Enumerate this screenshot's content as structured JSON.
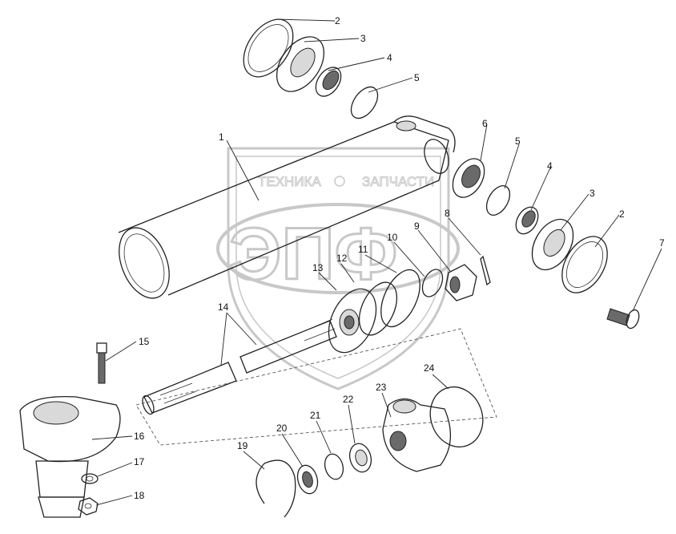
{
  "watermark": {
    "top_text": "ТЕХНИКА",
    "top_text_right": "ЗАПЧАСТИ",
    "logo_text": "ЭПФ"
  },
  "callouts": [
    {
      "id": "c2a",
      "label": "2"
    },
    {
      "id": "c3a",
      "label": "3"
    },
    {
      "id": "c4a",
      "label": "4"
    },
    {
      "id": "c5a",
      "label": "5"
    },
    {
      "id": "c1",
      "label": "1"
    },
    {
      "id": "c6",
      "label": "6"
    },
    {
      "id": "c5b",
      "label": "5"
    },
    {
      "id": "c4b",
      "label": "4"
    },
    {
      "id": "c3b",
      "label": "3"
    },
    {
      "id": "c2b",
      "label": "2"
    },
    {
      "id": "c8",
      "label": "8"
    },
    {
      "id": "c9",
      "label": "9"
    },
    {
      "id": "c10",
      "label": "10"
    },
    {
      "id": "c11",
      "label": "11"
    },
    {
      "id": "c12",
      "label": "12"
    },
    {
      "id": "c13",
      "label": "13"
    },
    {
      "id": "c7",
      "label": "7"
    },
    {
      "id": "c14",
      "label": "14"
    },
    {
      "id": "c15",
      "label": "15"
    },
    {
      "id": "c16",
      "label": "16"
    },
    {
      "id": "c17",
      "label": "17"
    },
    {
      "id": "c18",
      "label": "18"
    },
    {
      "id": "c19",
      "label": "19"
    },
    {
      "id": "c20",
      "label": "20"
    },
    {
      "id": "c21",
      "label": "21"
    },
    {
      "id": "c22",
      "label": "22"
    },
    {
      "id": "c23",
      "label": "23"
    },
    {
      "id": "c24",
      "label": "24"
    }
  ]
}
